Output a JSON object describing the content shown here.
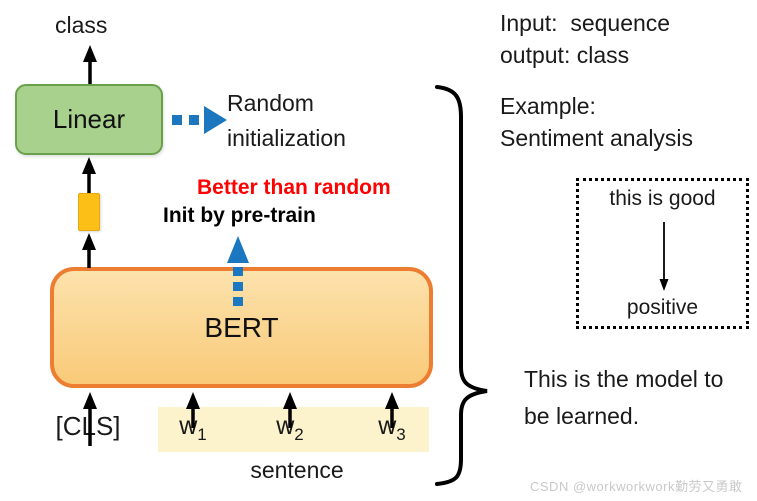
{
  "diagram": {
    "class_label": "class",
    "linear_label": "Linear",
    "random_init_note": "Random initialization",
    "better_note": "Better than random",
    "init_note": "Init by pre-train",
    "bert_label": "BERT",
    "cls_label": "[CLS]",
    "tokens": [
      {
        "base": "w",
        "sub": "1"
      },
      {
        "base": "w",
        "sub": "2"
      },
      {
        "base": "w",
        "sub": "3"
      }
    ],
    "sentence_label": "sentence"
  },
  "annotations": {
    "input_line": "Input:  sequence",
    "output_line": "output: class",
    "example_line1": "Example:",
    "example_line2": "Sentiment analysis",
    "example_box": {
      "input_text": "this is good",
      "output_text": "positive"
    },
    "model_note": "This is the model to be learned."
  },
  "watermark": "CSDN @workworkwork勤劳又勇敢",
  "colors": {
    "linear_fill": "#a9d18e",
    "linear_border": "#69a14a",
    "embedding_gold": "#fbbf17",
    "bert_fill_top": "#fce2ac",
    "bert_fill_bottom": "#f9ca79",
    "bert_border": "#ed7d31",
    "token_highlight": "#fcf2cc",
    "arrow_blue": "#1b78c0",
    "warning_red": "#fe0202",
    "watermark_gray": "#c9c9c9"
  }
}
